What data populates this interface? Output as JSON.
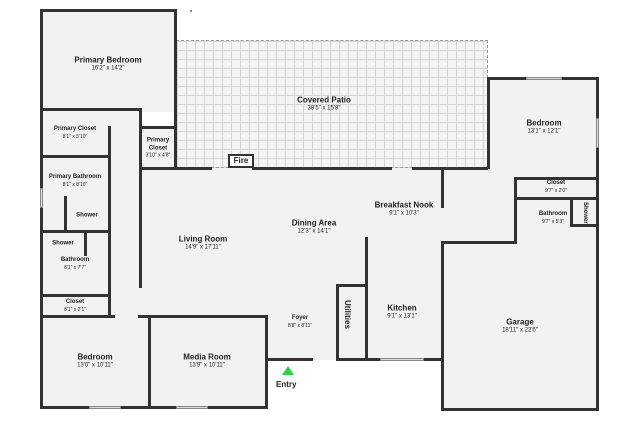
{
  "rooms": {
    "primary_bedroom": {
      "name": "Primary Bedroom",
      "dim": "16'2\" x 14'2\""
    },
    "covered_patio": {
      "name": "Covered Patio",
      "dim": "38'5\" x 15'8\""
    },
    "bedroom_right": {
      "name": "Bedroom",
      "dim": "13'1\" x 12'1\""
    },
    "primary_closet_left": {
      "name": "Primary Closet",
      "dim": "8'1\" x 5'10\""
    },
    "primary_closet_small_name1": "Primary",
    "primary_closet_small_name2": "Closet",
    "primary_closet_small_dim": "3'10\" x 4'8\"",
    "closet_right": {
      "name": "Closet",
      "dim": "9'7\" x 2'0\""
    },
    "primary_bathroom": {
      "name": "Primary Bathroom",
      "dim": "8'1\" x 8'10\""
    },
    "breakfast_nook": {
      "name": "Breakfast Nook",
      "dim": "9'1\" x 10'3\""
    },
    "bathroom_right": {
      "name": "Bathroom",
      "dim": "9'7\" x 5'3\""
    },
    "shower_right": "Shower",
    "shower_primary": "Shower",
    "dining_area": {
      "name": "Dining Area",
      "dim": "12'3\" x 14'1\""
    },
    "living_room": {
      "name": "Living Room",
      "dim": "14'9\" x 17'11\""
    },
    "shower_hall": "Shower",
    "bathroom_hall": {
      "name": "Bathroom",
      "dim": "8'1\" x 7'7\""
    },
    "closet_hall": {
      "name": "Closet",
      "dim": "8'1\" x 2'1\""
    },
    "foyer": {
      "name": "Foyer",
      "dim": "8'8\" x 8'11\""
    },
    "kitchen": {
      "name": "Kitchen",
      "dim": "9'1\" x 13'1\""
    },
    "garage": {
      "name": "Garage",
      "dim": "18'11\" x 22'6\""
    },
    "utilities": "Utilities",
    "bedroom_bottom": {
      "name": "Bedroom",
      "dim": "13'0\" x 10'11\""
    },
    "media_room": {
      "name": "Media Room",
      "dim": "13'9\" x 10'11\""
    }
  },
  "fire_label": "Fire",
  "entry_label": "Entry",
  "colors": {
    "wall": "#333333",
    "floor": "#f2f2f2",
    "entry_marker": "#2bd24a"
  }
}
